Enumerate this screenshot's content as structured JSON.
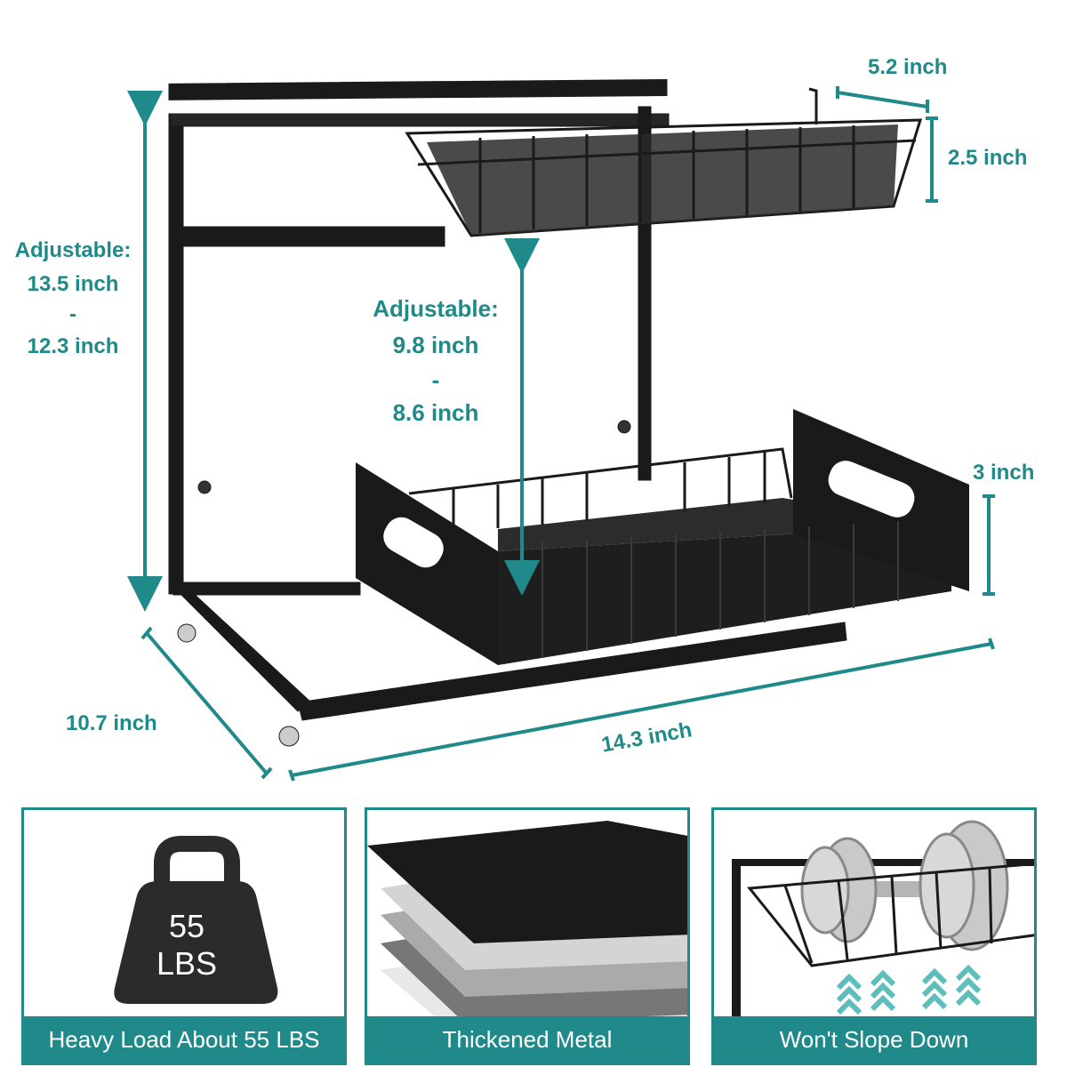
{
  "dimensions": {
    "basket_width": "5.2 inch",
    "basket_height": "2.5 inch",
    "total_height_title": "Adjustable:",
    "total_height_max": "13.5 inch",
    "total_height_sep": "-",
    "total_height_min": "12.3 inch",
    "gap_title": "Adjustable:",
    "gap_max": "9.8 inch",
    "gap_sep": "-",
    "gap_min": "8.6 inch",
    "drawer_height": "3 inch",
    "depth": "10.7 inch",
    "length": "14.3 inch"
  },
  "features": [
    {
      "label": "Heavy Load About 55 LBS",
      "icon": "weight-icon",
      "weight_value": "55",
      "weight_unit": "LBS"
    },
    {
      "label": "Thickened Metal",
      "icon": "metal-sheets-icon"
    },
    {
      "label": "Won't Slope Down",
      "icon": "dumbbell-basket-icon"
    }
  ],
  "colors": {
    "accent": "#1f8a89",
    "rack": "#1a1a1a"
  }
}
